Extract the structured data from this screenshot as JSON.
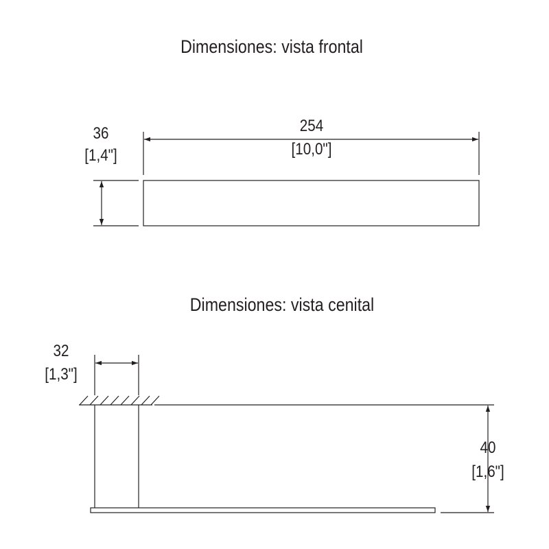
{
  "front_view": {
    "title": "Dimensiones: vista frontal",
    "width": {
      "mm": "254",
      "inch": "[10,0\"]"
    },
    "height": {
      "mm": "36",
      "inch": "[1,4\"]"
    }
  },
  "top_view": {
    "title": "Dimensiones: vista cenital",
    "arm_width": {
      "mm": "32",
      "inch": "[1,3\"]"
    },
    "depth": {
      "mm": "40",
      "inch": "[1,6\"]"
    }
  },
  "line_color": "#231f20"
}
